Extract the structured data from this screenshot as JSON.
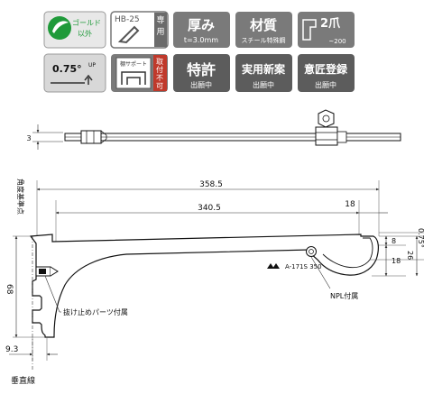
{
  "badges": {
    "eco": {
      "line1": "ゴールド",
      "line2": "以外"
    },
    "hb25": {
      "model": "HB-25",
      "vertical": "専用"
    },
    "thickness": {
      "title": "厚み",
      "value": "t=3.0mm"
    },
    "material": {
      "title": "材質",
      "value": "スチール特殊鋼"
    },
    "claw": {
      "title": "2爪",
      "sub": "~200"
    },
    "angle": {
      "value": "0.75°",
      "sup": "UP"
    },
    "support": {
      "label": "棚サポート",
      "vertical": "取付不可"
    },
    "patent": {
      "title": "特許",
      "sub": "出願中"
    },
    "utility": {
      "title": "実用新案",
      "sub": "出願中"
    },
    "design": {
      "title": "意匠登録",
      "sub": "出願中"
    }
  },
  "side_view": {
    "thickness": "3"
  },
  "front_view": {
    "dim_total": "358.5",
    "dim_inner": "340.5",
    "dim_tip": "18",
    "dim_right_8": "8",
    "dim_right_18": "18",
    "dim_right_26": "26",
    "angle": "0.75°",
    "height": "68",
    "offset": "9.3",
    "stamp": "A-171S 350",
    "label_ref_point": "角度基準点",
    "label_npl": "NPL付属",
    "label_stopper": "抜け止めパーツ付属",
    "label_vertical_line": "垂直線"
  },
  "colors": {
    "badge_bg": "#7a7a7a",
    "badge_light": "#e8e8e8",
    "badge_dark": "#5c5c5c",
    "line": "#111111",
    "dim": "#333333",
    "eco_green": "#1f9a3a"
  }
}
